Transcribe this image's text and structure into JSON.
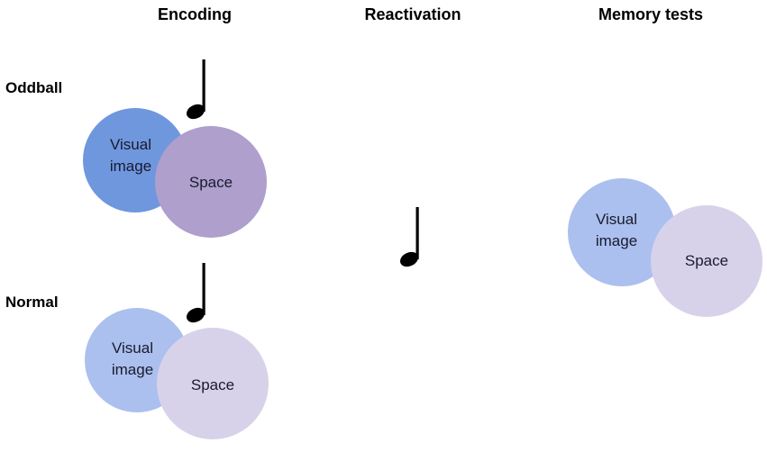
{
  "headings": {
    "encoding": "Encoding",
    "reactivation": "Reactivation",
    "memory_tests": "Memory tests"
  },
  "rows": {
    "oddball": {
      "label": "Oddball",
      "visual_line1": "Visual",
      "visual_line2": "image",
      "space": "Space",
      "colors": {
        "visual": "#6f97de",
        "space": "#ae9fcc"
      }
    },
    "normal": {
      "label": "Normal",
      "visual_line1": "Visual",
      "visual_line2": "image",
      "space": "Space",
      "colors": {
        "visual": "#abc0ee",
        "space": "#d7d2ea"
      }
    }
  },
  "memory_test": {
    "visual_line1": "Visual",
    "visual_line2": "image",
    "space": "Space",
    "colors": {
      "visual": "#abc0ee",
      "space": "#d7d2ea"
    }
  },
  "icons": {
    "note": "music-note-icon"
  }
}
